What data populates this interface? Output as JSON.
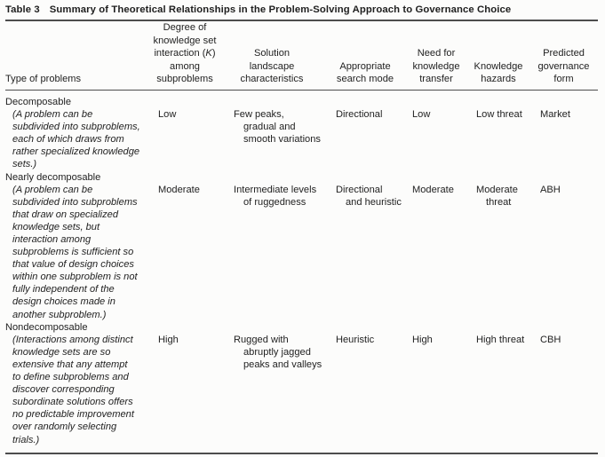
{
  "title": {
    "label": "Table 3",
    "text": "Summary of Theoretical Relationships in the Problem-Solving Approach to Governance Choice"
  },
  "columns": {
    "c1": "Type of problems",
    "c2": {
      "pre": "Degree of\nknowledge set\ninteraction (",
      "k": "K",
      "post": ")\namong\nsubproblems"
    },
    "c3": "Solution\nlandscape\ncharacteristics",
    "c4": "Appropriate\nsearch mode",
    "c5": "Need for\nknowledge\ntransfer",
    "c6": "Knowledge\nhazards",
    "c7": "Predicted\ngovernance\nform"
  },
  "rows": [
    {
      "name": "Decomposable",
      "description": "(A problem can be\nsubdivided into subproblems,\neach of which draws from\nrather specialized knowledge\nsets.)",
      "k_interaction": "Low",
      "landscape": "Few peaks,\ngradual and\nsmooth variations",
      "search_mode": "Directional",
      "knowledge_transfer": "Low",
      "knowledge_hazards": "Low threat",
      "governance_form": "Market"
    },
    {
      "name": "Nearly decomposable",
      "description": "(A problem can be\nsubdivided into subproblems\nthat draw on specialized\nknowledge sets, but\ninteraction among\nsubproblems is sufficient so\nthat value of design choices\nwithin one subproblem is not\nfully independent of the\ndesign choices made in\nanother subproblem.)",
      "k_interaction": "Moderate",
      "landscape": "Intermediate levels\nof ruggedness",
      "search_mode": "Directional\nand heuristic",
      "knowledge_transfer": "Moderate",
      "knowledge_hazards": "Moderate\nthreat",
      "governance_form": "ABH"
    },
    {
      "name": "Nondecomposable",
      "description": "(Interactions among distinct\nknowledge sets are so\nextensive that any attempt\nto define subproblems and\ndiscover corresponding\nsubordinate solutions offers\nno predictable improvement\nover randomly selecting\ntrials.)",
      "k_interaction": "High",
      "landscape": "Rugged with\nabruptly jagged\npeaks and valleys",
      "search_mode": "Heuristic",
      "knowledge_transfer": "High",
      "knowledge_hazards": "High threat",
      "governance_form": "CBH"
    }
  ]
}
